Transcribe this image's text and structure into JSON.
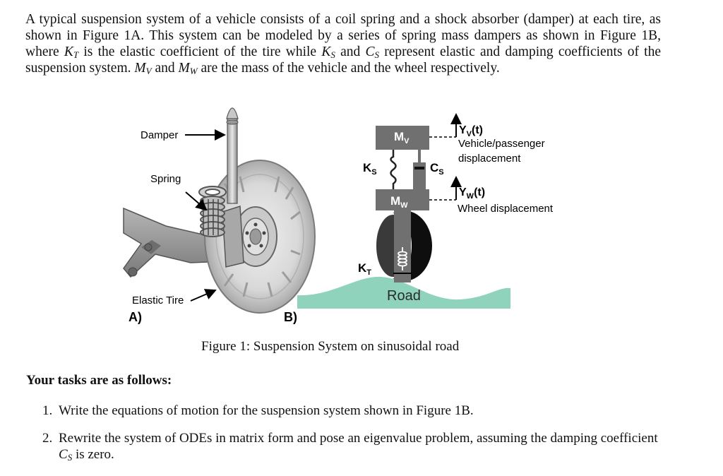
{
  "intro": {
    "p1": "A typical suspension system of a vehicle consists of a coil spring and a shock absorber (damper) at each tire, as shown in Figure 1A. This system can be modeled by a series of spring mass dampers as shown in Figure 1B, where ",
    "kt_sym": "K",
    "kt_sub": "T",
    "p2": " is the elastic coefficient of the tire while ",
    "ks_sym": "K",
    "ks_sub": "S",
    "p3": " and ",
    "cs_sym": "C",
    "cs_sub": "S",
    "p4": " represent elastic and damping coefficients of the suspension system. ",
    "mv_sym": "M",
    "mv_sub": "V",
    "p5": " and ",
    "mw_sym": "M",
    "mw_sub": "W",
    "p6": " are the mass of the vehicle and the wheel respectively."
  },
  "figA": {
    "damper": "Damper",
    "spring": "Spring",
    "elastic_tire": "Elastic Tire",
    "panel": "A)"
  },
  "figB": {
    "panel": "B)",
    "mv": "M",
    "mv_sub": "V",
    "mw": "M",
    "mw_sub": "W",
    "ks": "K",
    "ks_sub": "S",
    "cs": "C",
    "cs_sub": "S",
    "kt": "K",
    "kt_sub": "T",
    "yv": "Y",
    "yv_sub": "V",
    "yv_t": "(t)",
    "yv_desc1": "Vehicle/passenger",
    "yv_desc2": "displacement",
    "yw": "Y",
    "yw_sub": "W",
    "yw_t": "(t)",
    "yw_desc": "Wheel displacement",
    "road": "Road"
  },
  "caption": "Figure 1: Suspension System on sinusoidal road",
  "tasks": {
    "heading": "Your tasks are as follows:",
    "t1_num": "1.",
    "t1": "Write the equations of motion for the suspension system shown in Figure 1B.",
    "t2_num": "2.",
    "t2_a": "Rewrite the system of ODEs in matrix form and pose an eigenvalue problem, assuming the damping coefficient ",
    "t2_sym": "C",
    "t2_sub": "S",
    "t2_b": " is zero."
  },
  "colors": {
    "road": "#8fd3bd",
    "mass_block": "#707070",
    "tire": "#dcdcdc",
    "text": "#111111"
  }
}
